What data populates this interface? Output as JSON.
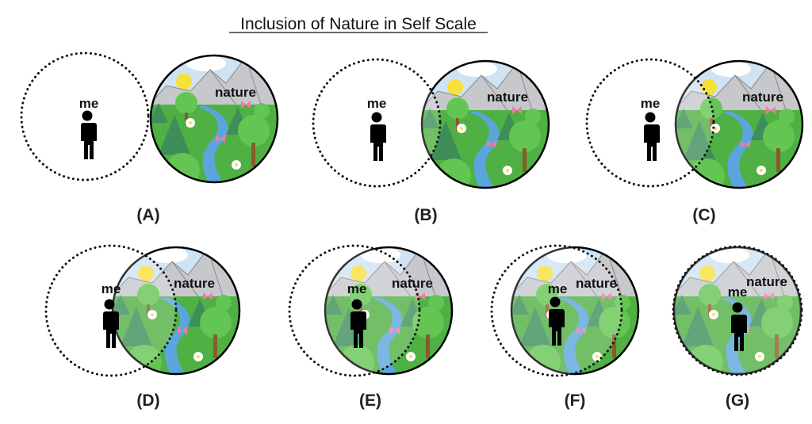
{
  "title": "Inclusion of Nature in Self Scale",
  "me_label": "me",
  "nature_label": "nature",
  "panels": [
    {
      "label": "(A)"
    },
    {
      "label": "(B)"
    },
    {
      "label": "(C)"
    },
    {
      "label": "(D)"
    },
    {
      "label": "(E)"
    },
    {
      "label": "(F)"
    },
    {
      "label": "(G)"
    }
  ],
  "colors": {
    "sky": "#cfe3f3",
    "mountain": "#c6c8cc",
    "grass": "#4fb043",
    "river": "#5aa6dc",
    "sun": "#f7e03a",
    "butterfly": "#f07aa0"
  }
}
